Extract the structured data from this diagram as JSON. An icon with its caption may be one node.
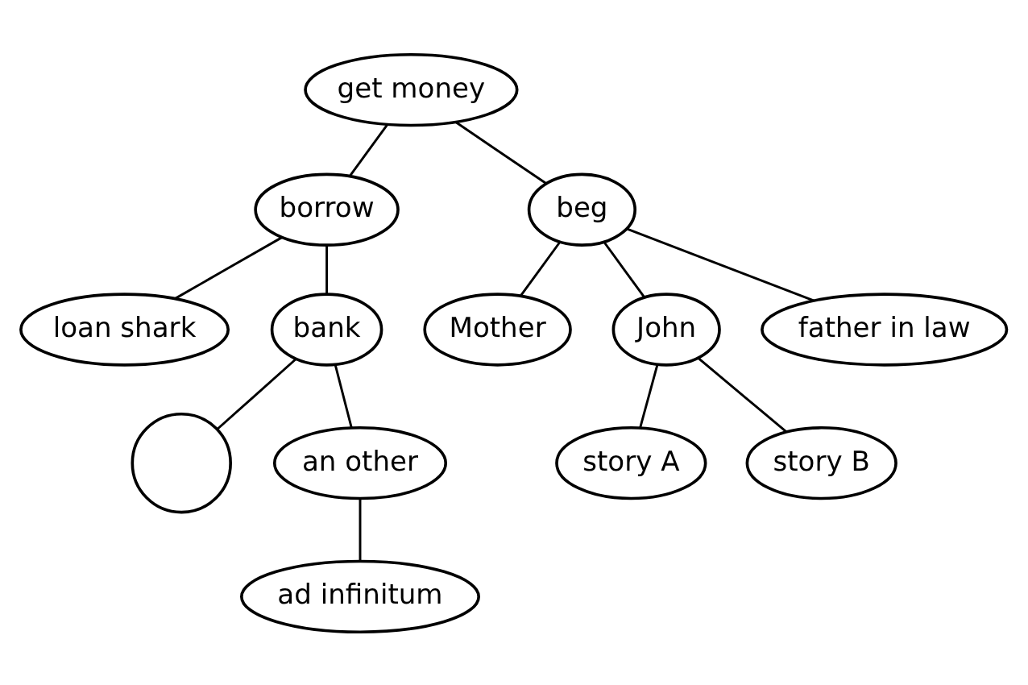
{
  "diagram": {
    "nodes": [
      {
        "text": [
          "get money"
        ]
      },
      {
        "text": [
          "borrow"
        ]
      },
      {
        "text": [
          "beg"
        ]
      },
      {
        "text": [
          "loan shark"
        ]
      },
      {
        "text": [
          "bank"
        ]
      },
      {
        "text": [
          "Mother"
        ]
      },
      {
        "text": [
          "John"
        ]
      },
      {
        "text": [
          "father in law"
        ]
      },
      {
        "text": [],
        "shape": "circle"
      },
      {
        "text": [
          "an other"
        ]
      },
      {
        "text": [
          "story A"
        ]
      },
      {
        "text": [
          "story B"
        ]
      },
      {
        "text": [
          "ad infinitum"
        ]
      }
    ],
    "edges": [
      {
        "from": 0,
        "to": 1,
        "arrow": "none"
      },
      {
        "from": 0,
        "to": 2,
        "arrow": "none"
      },
      {
        "from": 1,
        "to": 3,
        "arrow": "none"
      },
      {
        "from": 1,
        "to": 4,
        "arrow": "none"
      },
      {
        "from": 2,
        "to": 5,
        "arrow": "none"
      },
      {
        "from": 2,
        "to": 6,
        "arrow": "none"
      },
      {
        "from": 2,
        "to": 7,
        "arrow": "none"
      },
      {
        "from": 4,
        "to": 8,
        "arrow": "none"
      },
      {
        "from": 4,
        "to": 9,
        "arrow": "none"
      },
      {
        "from": 6,
        "to": 10,
        "arrow": "none"
      },
      {
        "from": 6,
        "to": 11,
        "arrow": "none"
      },
      {
        "from": 9,
        "to": 12,
        "arrow": "none"
      }
    ]
  }
}
